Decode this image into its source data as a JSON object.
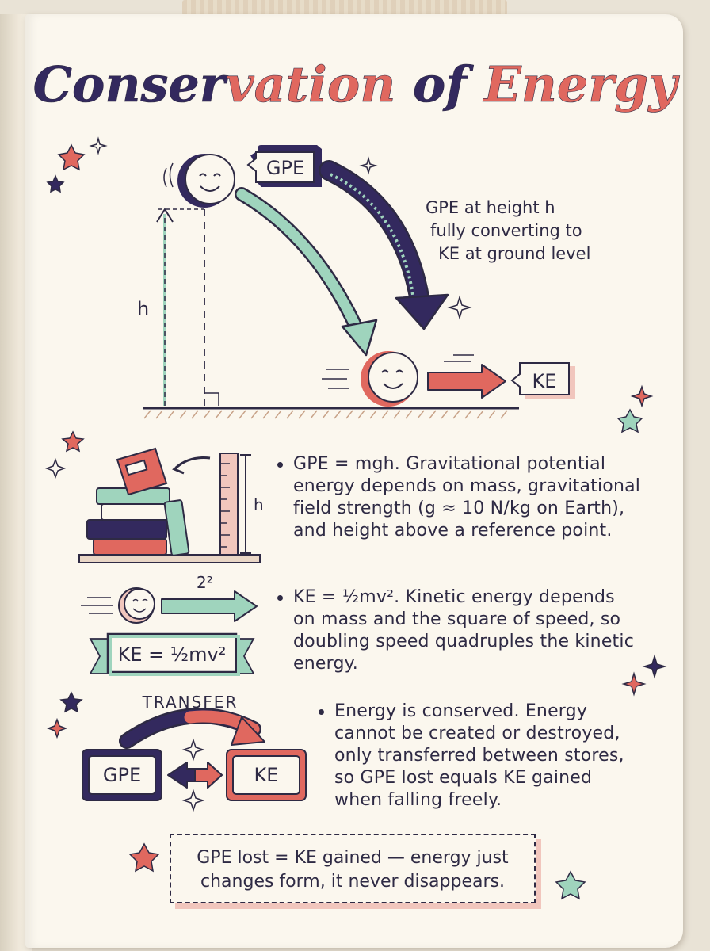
{
  "title": {
    "parts": [
      {
        "text": "Conser",
        "color": "#33295e"
      },
      {
        "text": "vation",
        "color": "#e0685f"
      },
      {
        "text": " of ",
        "color": "#33295e"
      },
      {
        "text": "Energy",
        "color": "#e0685f"
      }
    ]
  },
  "diagram": {
    "gpe_label": "GPE",
    "ke_label": "KE",
    "height_label": "h",
    "annotation": [
      "GPE at height h",
      "fully converting to",
      "KE at ground level"
    ]
  },
  "section_gpe": {
    "height_label": "h",
    "text": "GPE = mgh. Gravitational potential energy depends on mass, gravitational field strength (g ≈ 10 N/kg on Earth), and height above a reference point."
  },
  "section_ke": {
    "speed_label": "2²",
    "formula_banner": "KE = ½mv²",
    "text": "KE = ½mv². Kinetic energy depends on mass and the square of speed, so doubling speed quadruples the kinetic energy."
  },
  "section_transfer": {
    "arc_label": "TRANSFER",
    "left_box": "GPE",
    "right_box": "KE",
    "text": "Energy is conserved. Energy cannot be created or destroyed, only transferred between stores, so GPE lost equals KE gained when falling freely."
  },
  "summary": "GPE lost = KE gained — energy just changes form, it never disappears.",
  "colors": {
    "navy": "#33295e",
    "coral": "#e0685f",
    "mint": "#9fd4bd",
    "cream": "#fbf7ee",
    "ink": "#2e2a44"
  }
}
